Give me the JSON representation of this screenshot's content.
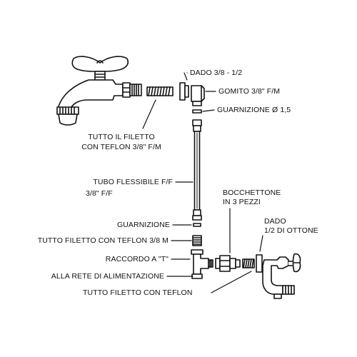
{
  "labels": {
    "dado_38_12": "DADO 3/8 - 1/2",
    "gomito": "GOMITO 3/8\" F/M",
    "guarnizione_15": "GUARNIZIONE Ø 1,5",
    "tutto_filetto_1": "TUTTO IL FILETTO",
    "tutto_filetto_2": "CON TEFLON 3/8\" F/M",
    "tubo_1": "TUBO FLESSIBILE F/F",
    "tubo_2": "3/8\" F/F",
    "bocchettone_1": "BOCCHETTONE",
    "bocchettone_2": "IN 3 PEZZI",
    "dado_ottone_1": "DADO",
    "dado_ottone_2": "1/2 DI OTTONE",
    "guarnizione": "GUARNIZIONE",
    "teflon_38m": "TUTTO FILETTO CON TEFLON 3/8 M",
    "raccordo_t": "RACCORDO A \"T\"",
    "rete": "ALLA RETE DI ALIMENTAZIONE",
    "teflon": "TUTTO FILETTO CON TEFLON"
  },
  "colors": {
    "line": "#111111",
    "fill": "#ffffff",
    "thread": "#222222"
  }
}
